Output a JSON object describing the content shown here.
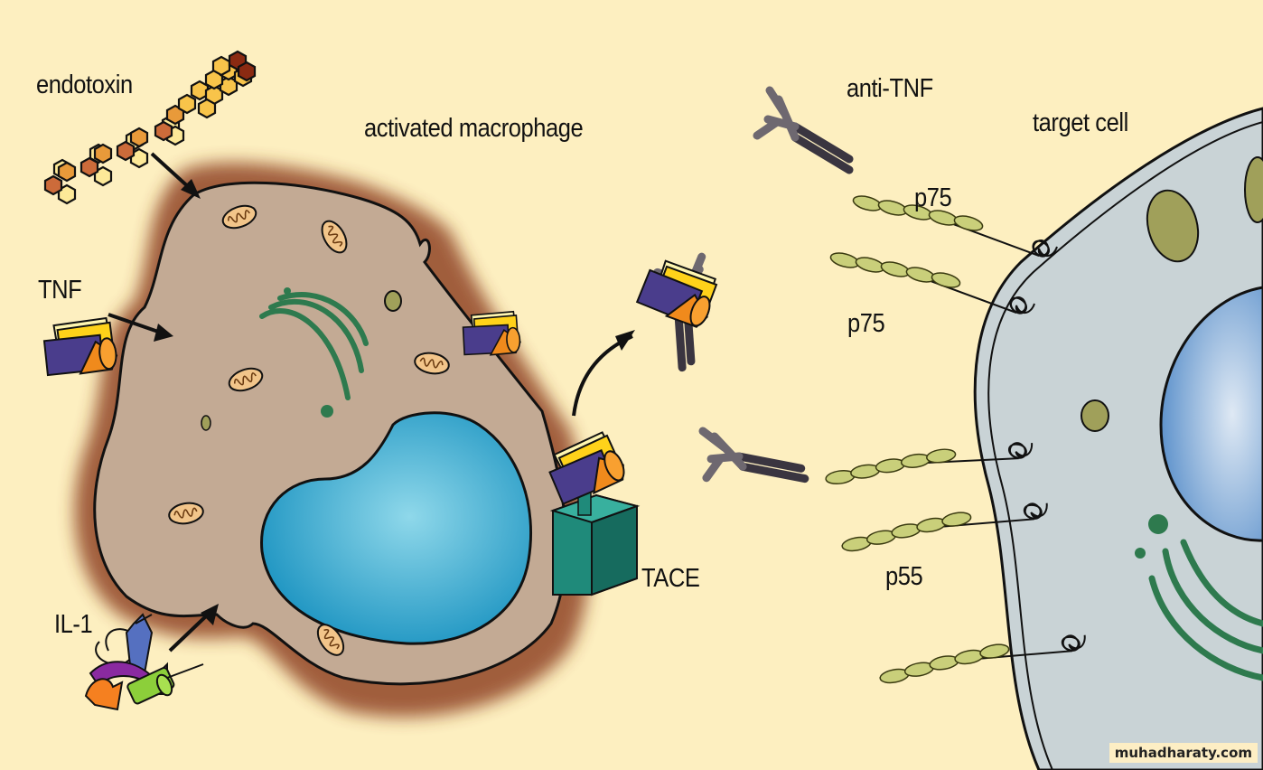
{
  "labels": {
    "endotoxin": "endotoxin",
    "activated_macrophage": "activated macrophage",
    "tnf": "TNF",
    "il1": "IL-1",
    "tace": "TACE",
    "anti_tnf": "anti-TNF",
    "p75_a": "p75",
    "p75_b": "p75",
    "p55": "p55",
    "target_cell": "target cell"
  },
  "watermark": "muhadharaty.com",
  "colors": {
    "background": "#fdefc0",
    "macrophage_cytoplasm": "#c3aa94",
    "macrophage_halo": "#8a3a1e",
    "nucleus": "#1e9ac4",
    "target_cell": "#c9d3d6",
    "target_nucleus": "#6d9fd0",
    "tnf_purple": "#4a3d8c",
    "tnf_orange": "#f08a1c",
    "tnf_yellow": "#ffd21a",
    "tace": "#1f8a7a",
    "golgi": "#2e7a4e",
    "receptor_green": "#c9cf7a"
  }
}
